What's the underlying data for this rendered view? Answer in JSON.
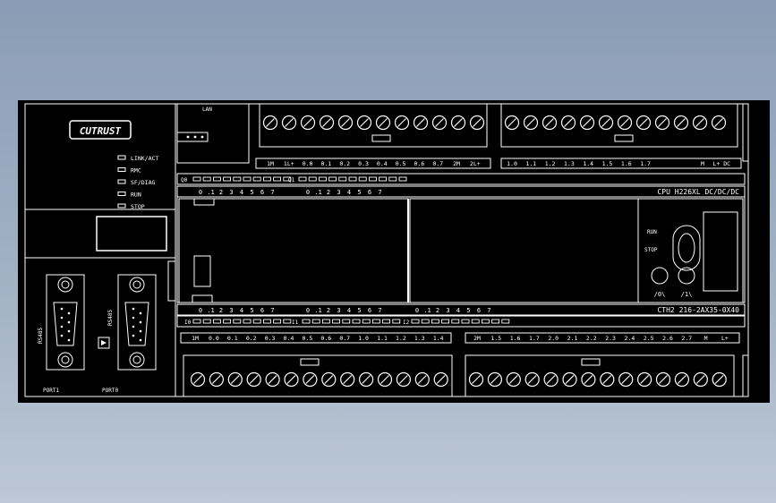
{
  "brand": "CUTRUST",
  "lan_label": "LAN",
  "leds": [
    "LINK/ACT",
    "RMC",
    "SF/DIAG",
    "RUN",
    "STOP"
  ],
  "cpu_model": "CPU H226XL DC/DC/DC",
  "expansion_model": "CTH2 216-2AX35-0X40",
  "run_label": "RUN",
  "stop_label": "STOP",
  "pot_labels": [
    "/0\\",
    "/1\\"
  ],
  "port_labels": [
    "PORT1",
    "PORT0"
  ],
  "port_type": "RS485",
  "top_left_terminals": [
    "1M",
    "1L+",
    "0.0",
    "0.1",
    "0.2",
    "0.3",
    "0.4",
    "0.5",
    "0.6",
    "0.7",
    "2M",
    "2L+"
  ],
  "top_right_terminals": [
    "1.0",
    "1.1",
    "1.2",
    "1.3",
    "1.4",
    "1.5",
    "1.6",
    "1.7",
    "",
    "",
    "M",
    "L+ DC"
  ],
  "output_group_labels": [
    "Q0",
    "Q1"
  ],
  "input_group_labels": [
    "I0",
    "I1",
    "I2"
  ],
  "output_channels": [
    "0",
    ".1",
    "2",
    "3",
    "4",
    "5",
    "6",
    "7",
    "0",
    ".1",
    "2",
    "3",
    "4",
    "5",
    "6",
    "7"
  ],
  "input_channels": [
    "0",
    ".1",
    "2",
    "3",
    "4",
    "5",
    "6",
    "7",
    "0",
    ".1",
    "2",
    "3",
    "4",
    "5",
    "6",
    "7",
    "0",
    ".1",
    "2",
    "3",
    "4",
    "5",
    "6",
    "7"
  ],
  "bottom_left_terminals": [
    "1M",
    "0.0",
    "0.1",
    "0.2",
    "0.3",
    "0.4",
    "0.5",
    "0.6",
    "0.7",
    "1.0",
    "1.1",
    "1.2",
    "1.3",
    "1.4"
  ],
  "bottom_right_terminals": [
    "2M",
    "1.5",
    "1.6",
    "1.7",
    "2.0",
    "2.1",
    "2.2",
    "2.3",
    "2.4",
    "2.5",
    "2.6",
    "2.7",
    "M",
    "L+"
  ]
}
